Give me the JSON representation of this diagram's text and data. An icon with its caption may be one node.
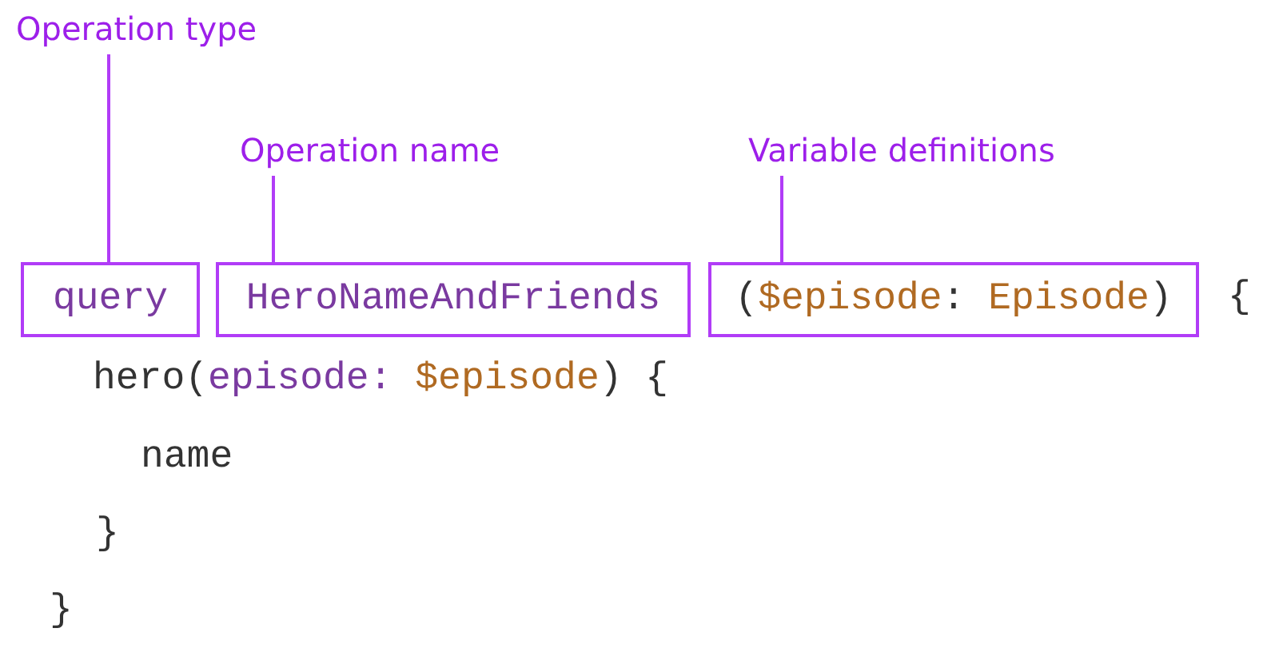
{
  "diagram": {
    "nodes": [
      {
        "text": [
          "Operation type"
        ]
      },
      {
        "text": [
          "Operation name"
        ]
      },
      {
        "text": [
          "Variable definitions"
        ]
      },
      {
        "text": [
          "query"
        ]
      },
      {
        "text": [
          "HeroNameAndFriends"
        ]
      },
      {
        "text": [
          "($episode: Episode)"
        ]
      }
    ],
    "edges": [
      {
        "from": 0,
        "to": 3,
        "arrow": "none"
      },
      {
        "from": 1,
        "to": 4,
        "arrow": "none"
      },
      {
        "from": 2,
        "to": 5,
        "arrow": "none"
      }
    ],
    "labels": [
      "{",
      "hero(episode: $episode) {",
      "name",
      "}",
      "}"
    ]
  }
}
